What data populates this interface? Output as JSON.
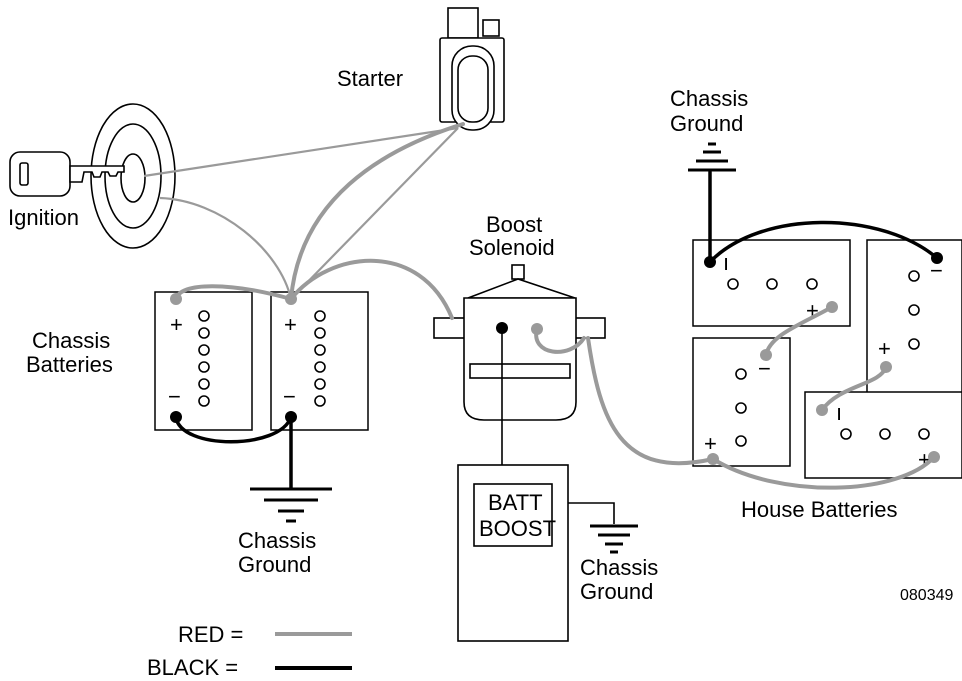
{
  "labels": {
    "starter": "Starter",
    "ignition": "Ignition",
    "chassis_batteries_line1": "Chassis",
    "chassis_batteries_line2": "Batteries",
    "boost_solenoid_line1": "Boost",
    "boost_solenoid_line2": "Solenoid",
    "chassis_ground_line1": "Chassis",
    "chassis_ground_line2": "Ground",
    "batt_boost_line1": "BATT",
    "batt_boost_line2": "BOOST",
    "house_batteries": "House Batteries",
    "figure_number": "080349"
  },
  "terminals": {
    "plus": "+",
    "minus": "−"
  },
  "legend": {
    "red": {
      "label": "RED  =",
      "color": "#9a9a9a"
    },
    "black": {
      "label": "BLACK  =",
      "color": "#000000"
    }
  },
  "colors": {
    "red_wire": "#9a9a9a",
    "black_wire": "#000000"
  }
}
